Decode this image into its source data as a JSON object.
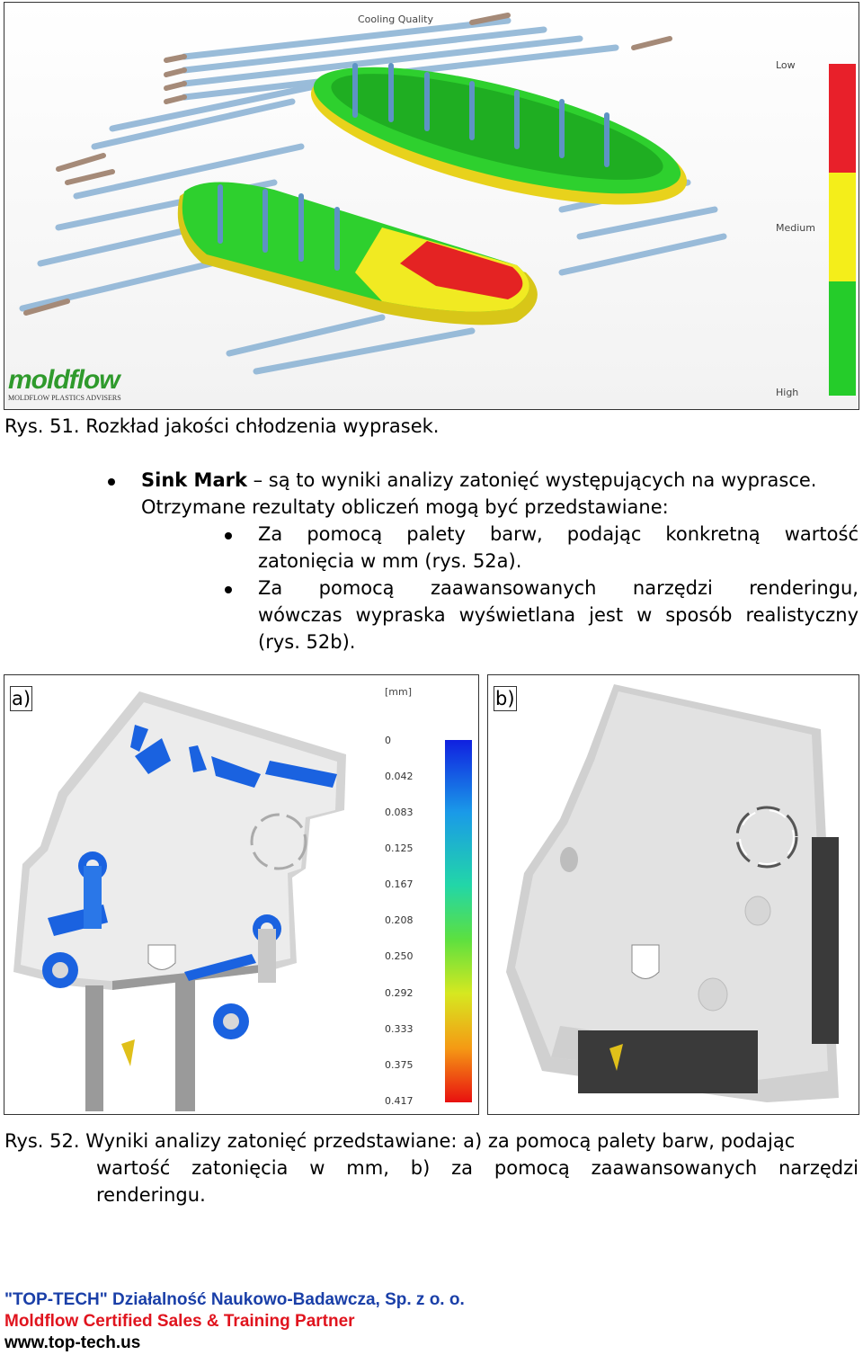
{
  "figure1": {
    "title": "Cooling Quality",
    "legend": {
      "low": "Low",
      "medium": "Medium",
      "high": "High"
    },
    "logo_text": "moldflow",
    "logo_sub": "MOLDFLOW PLASTICS ADVISERS",
    "colors": {
      "low": "#e8202a",
      "medium": "#f4ee1a",
      "high": "#25cc2a"
    }
  },
  "caption1": "Rys. 51. Rozkład jakości chłodzenia wyprasek.",
  "bullet1": {
    "bold": "Sink Mark",
    "rest": " – są to wyniki analizy zatonięć występujących na wyprasce.",
    "line2": "Otrzymane rezultaty obliczeń mogą być przedstawiane:"
  },
  "sub1": {
    "line1": "Za pomocą palety barw, podając konkretną wartość",
    "line2": "zatonięcia w mm (rys. 52a)."
  },
  "sub2": {
    "line1": "Za pomocą zaawansowanych narzędzi renderingu,",
    "line2": "wówczas wypraska wyświetlana jest w sposób realistyczny",
    "line3": "(rys. 52b)."
  },
  "figure2a": {
    "label": "a)",
    "unit": "[mm]",
    "scale": [
      "0",
      "0.042",
      "0.083",
      "0.125",
      "0.167",
      "0.208",
      "0.250",
      "0.292",
      "0.333",
      "0.375",
      "0.417"
    ]
  },
  "figure2b": {
    "label": "b)"
  },
  "caption2": {
    "line1": "Rys. 52. Wyniki analizy zatonięć przedstawiane: a) za pomocą palety barw, podając",
    "line2": "wartość zatonięcia w mm, b) za pomocą zaawansowanych narzędzi",
    "line3": "renderingu."
  },
  "footer": {
    "line1": "\"TOP-TECH\" Działalność Naukowo-Badawcza, Sp. z o. o.",
    "line2": "Moldflow Certified Sales & Training Partner",
    "line3": "www.top-tech.us",
    "color1": "#1a3fa8",
    "color2": "#e0141e",
    "color3": "#000000"
  }
}
